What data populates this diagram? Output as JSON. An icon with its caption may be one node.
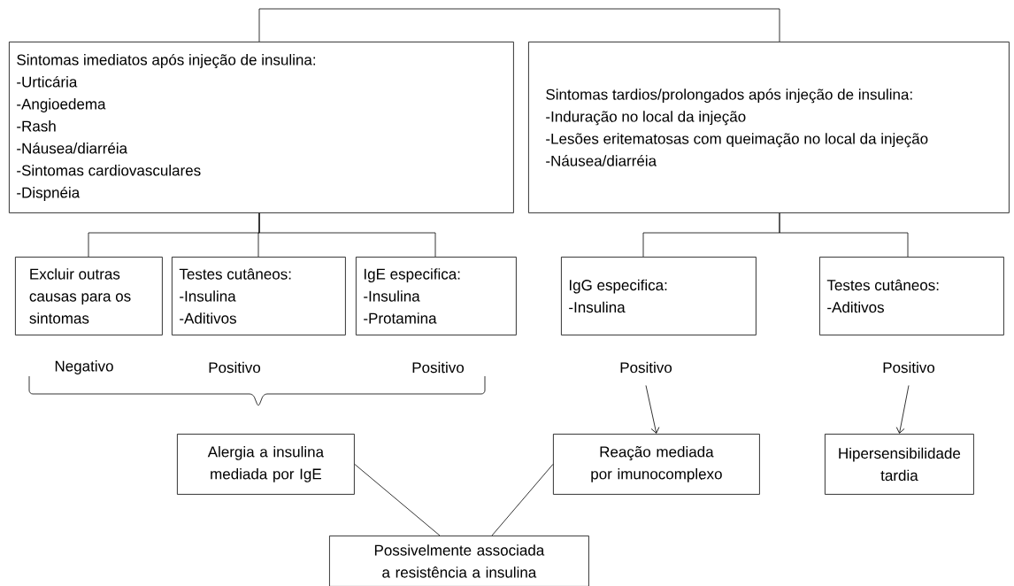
{
  "diagram": {
    "nodes": [
      {
        "text": [
          "Sintomas imediatos após injeção de insulina:",
          "-Urticária",
          "-Angioedema",
          "-Rash",
          "-Náusea/diarréia",
          "-Sintomas cardiovasculares",
          "-Dispnéia"
        ]
      },
      {
        "text": [
          "Sintomas tardios/prolongados após injeção de insulina:",
          "-Induração no local da injeção",
          "-Lesões eritematosas com queimação no local da injeção",
          "-Náusea/diarréia"
        ]
      },
      {
        "text": [
          "Excluir outras causas para os sintomas"
        ]
      },
      {
        "text": [
          "Testes cutâneos:",
          "-Insulina",
          "-Aditivos"
        ]
      },
      {
        "text": [
          "IgE especifica:",
          "-Insulina",
          "-Protamina"
        ]
      },
      {
        "text": [
          "IgG especifica:",
          "-Insulina"
        ]
      },
      {
        "text": [
          "Testes cutâneos:",
          "-Aditivos"
        ]
      },
      {
        "text": [
          "Positivo"
        ]
      },
      {
        "text": [
          "Positivo"
        ]
      },
      {
        "text": [
          "Alergia a insulina mediada por IgE"
        ]
      },
      {
        "text": [
          "Reação mediada por imunocomplexo"
        ]
      },
      {
        "text": [
          "Hipersensibilidade tardia"
        ]
      },
      {
        "text": [
          "Possivelmente associada a resistência a insulina"
        ]
      }
    ],
    "edges": [
      {
        "from": 0,
        "to": 1,
        "arrow": "none"
      },
      {
        "from": 0,
        "to": 2,
        "arrow": "none"
      },
      {
        "from": 0,
        "to": 3,
        "arrow": "none"
      },
      {
        "from": 0,
        "to": 4,
        "arrow": "none"
      },
      {
        "from": 1,
        "to": 5,
        "arrow": "none"
      },
      {
        "from": 1,
        "to": 6,
        "arrow": "none"
      },
      {
        "from": 7,
        "to": 10,
        "arrow": "to"
      },
      {
        "from": 8,
        "to": 11,
        "arrow": "to"
      },
      {
        "from": 9,
        "to": 12,
        "arrow": "none"
      },
      {
        "from": 10,
        "to": 12,
        "arrow": "none"
      }
    ],
    "labels": [
      "Negativo",
      "Positivo",
      "Positivo"
    ]
  }
}
